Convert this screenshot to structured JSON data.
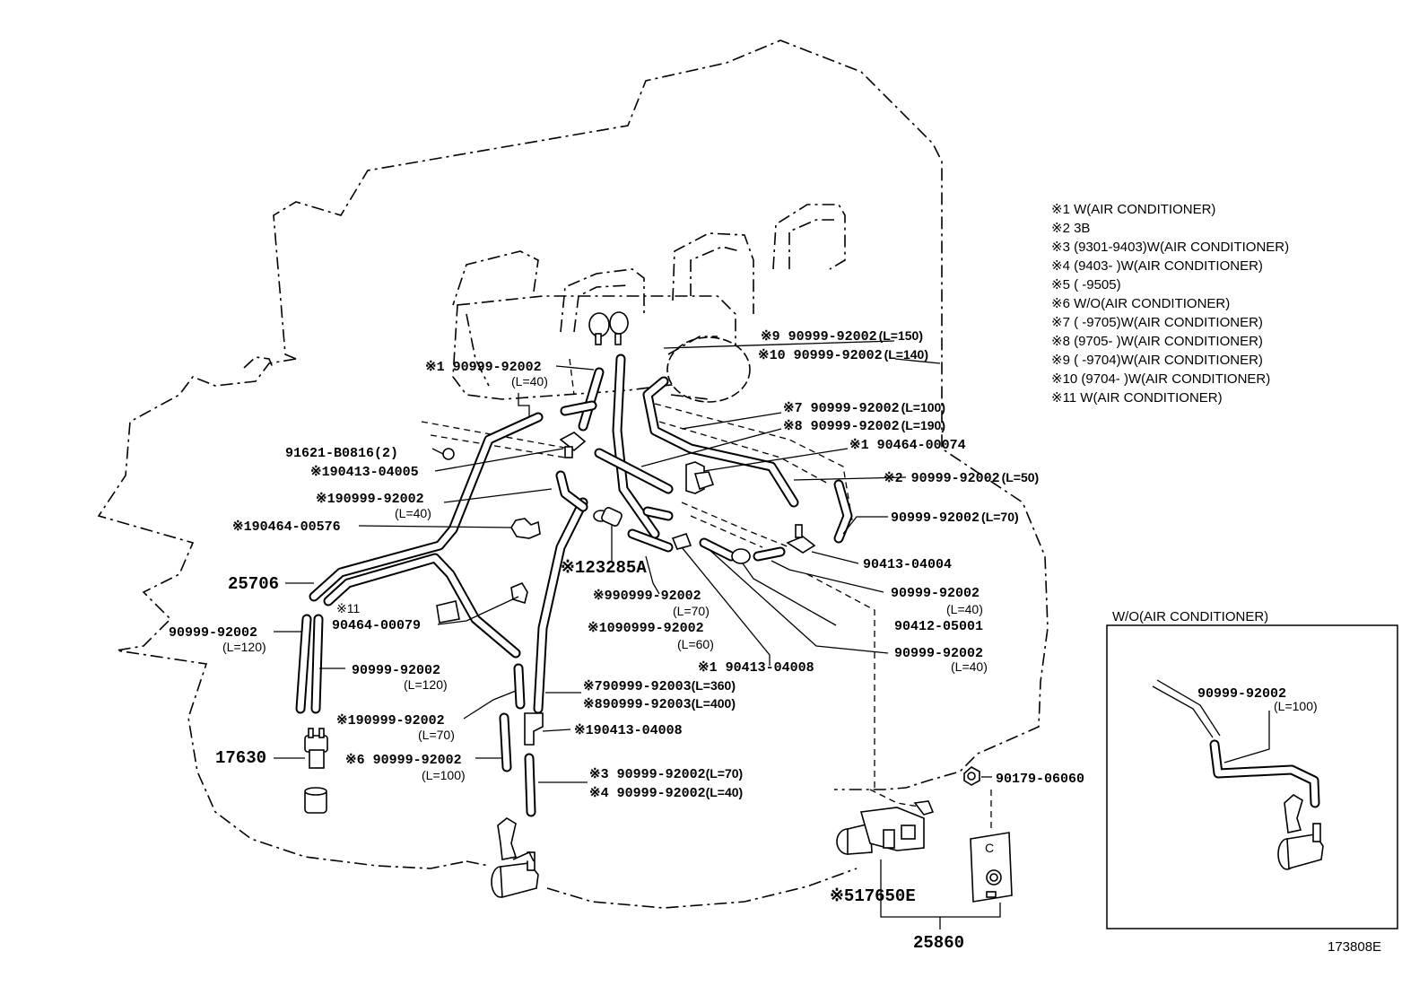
{
  "notes": [
    "※1  W(AIR CONDITIONER)",
    "※2  3B",
    "※3  (9301-9403)W(AIR CONDITIONER)",
    "※4  (9403-        )W(AIR CONDITIONER)",
    "※5  (        -9505)",
    "※6  W/O(AIR CONDITIONER)",
    "※7  (        -9705)W(AIR CONDITIONER)",
    "※8  (9705-        )W(AIR CONDITIONER)",
    "※9  (        -9704)W(AIR CONDITIONER)",
    "※10  (9704-        )W(AIR CONDITIONER)",
    "※11  W(AIR CONDITIONER)"
  ],
  "labels": [
    {
      "id": "l01",
      "text": "※9 90999-92002",
      "sub": "(L=150)"
    },
    {
      "id": "l02",
      "text": "※10 90999-92002",
      "sub": "(L=140)"
    },
    {
      "id": "l03",
      "text": "※1 90999-92002",
      "sub": "(L=40)"
    },
    {
      "id": "l04",
      "text": "※7 90999-92002",
      "sub": "(L=100)"
    },
    {
      "id": "l05",
      "text": "※8 90999-92002",
      "sub": "(L=190)"
    },
    {
      "id": "l06",
      "text": "91621-B0816(2)"
    },
    {
      "id": "l07",
      "text": "※1 90464-00074"
    },
    {
      "id": "l08",
      "text": "※190413-04005"
    },
    {
      "id": "l09",
      "text": "※2 90999-92002",
      "sub": "(L=50)"
    },
    {
      "id": "l10",
      "text": "※190999-92002",
      "sub": "(L=40)"
    },
    {
      "id": "l11",
      "text": "90999-92002",
      "sub": "(L=70)"
    },
    {
      "id": "l12",
      "text": "※190464-00576"
    },
    {
      "id": "l13",
      "text": "90413-04004"
    },
    {
      "id": "l14",
      "text": "※123285A"
    },
    {
      "id": "l15",
      "text": "25706"
    },
    {
      "id": "l16",
      "text": "※990999-92002",
      "sub": "(L=70)"
    },
    {
      "id": "l17",
      "text": "90999-92002",
      "sub": "(L=40)"
    },
    {
      "id": "l18",
      "text": "※11"
    },
    {
      "id": "l19",
      "text": "90464-00079"
    },
    {
      "id": "l20",
      "text": "※1090999-92002",
      "sub": "(L=60)"
    },
    {
      "id": "l21",
      "text": "90412-05001"
    },
    {
      "id": "l22",
      "text": "90999-92002",
      "sub": "(L=120)"
    },
    {
      "id": "l23",
      "text": "90999-92002",
      "sub": "(L=40)"
    },
    {
      "id": "l24",
      "text": "※1 90413-04008"
    },
    {
      "id": "l25",
      "text": "90999-92002",
      "sub": "(L=120)"
    },
    {
      "id": "l26",
      "text": "※790999-92003",
      "sub": "(L=360)"
    },
    {
      "id": "l27",
      "text": "※890999-92003",
      "sub": "(L=400)"
    },
    {
      "id": "l28",
      "text": "※190999-92002",
      "sub": "(L=70)"
    },
    {
      "id": "l29",
      "text": "※190413-04008"
    },
    {
      "id": "l30",
      "text": "17630"
    },
    {
      "id": "l31",
      "text": "※6 90999-92002",
      "sub": "(L=100)"
    },
    {
      "id": "l32",
      "text": "※3 90999-92002",
      "sub": "(L=70)"
    },
    {
      "id": "l33",
      "text": "※4 90999-92002",
      "sub": "(L=40)"
    },
    {
      "id": "l34",
      "text": "90179-06060"
    },
    {
      "id": "l35",
      "text": "※517650E"
    },
    {
      "id": "l36",
      "text": "25860"
    }
  ],
  "inset": {
    "title": "W/O(AIR CONDITIONER)",
    "part": "90999-92002",
    "sub": "(L=100)"
  },
  "solenoid_letter": "C",
  "drawing_number": "173808E"
}
